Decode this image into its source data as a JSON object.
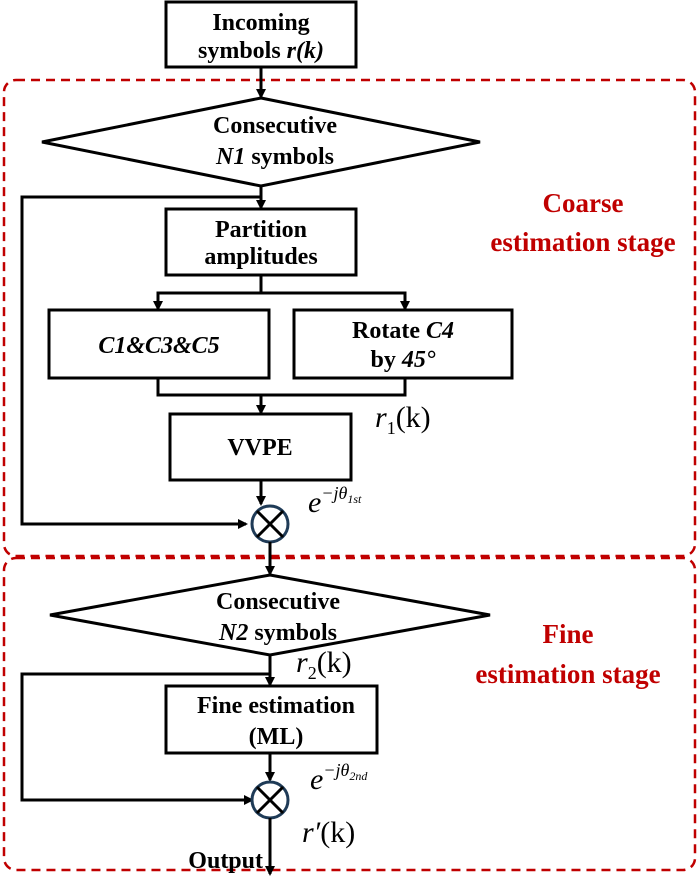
{
  "colors": {
    "stage": "#c00000",
    "mixer": "#1f3b57",
    "line": "#000000"
  },
  "nodes": {
    "incoming": {
      "line1": "Incoming",
      "line2_prefix": "symbols ",
      "line2_math": "r(k)"
    },
    "consecutive1": {
      "line1": "Consecutive",
      "line2_italic": "N1",
      "line2_rest": " symbols"
    },
    "partition": {
      "line1": "Partition",
      "line2": "amplitudes"
    },
    "c135": {
      "label": "C1&C3&C5"
    },
    "rotate": {
      "line1_prefix": "Rotate ",
      "line1_italic": "C4",
      "line2_prefix": "by ",
      "line2_italic": "45°"
    },
    "vvpe": {
      "label": "VVPE"
    },
    "consecutive2": {
      "line1": "Consecutive",
      "line2_italic": "N2",
      "line2_rest": " symbols"
    },
    "fine_ml": {
      "line1": "Fine estimation",
      "line2": "(ML)"
    },
    "output": {
      "label": "Output"
    }
  },
  "signals": {
    "r1": {
      "base": "r",
      "sub": "1",
      "arg": "(k)"
    },
    "exp1": {
      "base": "e",
      "sup": "−jθ",
      "sub": "1st"
    },
    "r2": {
      "base": "r",
      "sub": "2",
      "arg": "(k)"
    },
    "exp2": {
      "base": "e",
      "sup": "−jθ",
      "sub": "2nd"
    },
    "rprime": {
      "base": "r′",
      "arg": "(k)"
    }
  },
  "stages": {
    "coarse": {
      "line1": "Coarse",
      "line2": "estimation stage"
    },
    "fine": {
      "line1": "Fine",
      "line2": "estimation stage"
    }
  }
}
